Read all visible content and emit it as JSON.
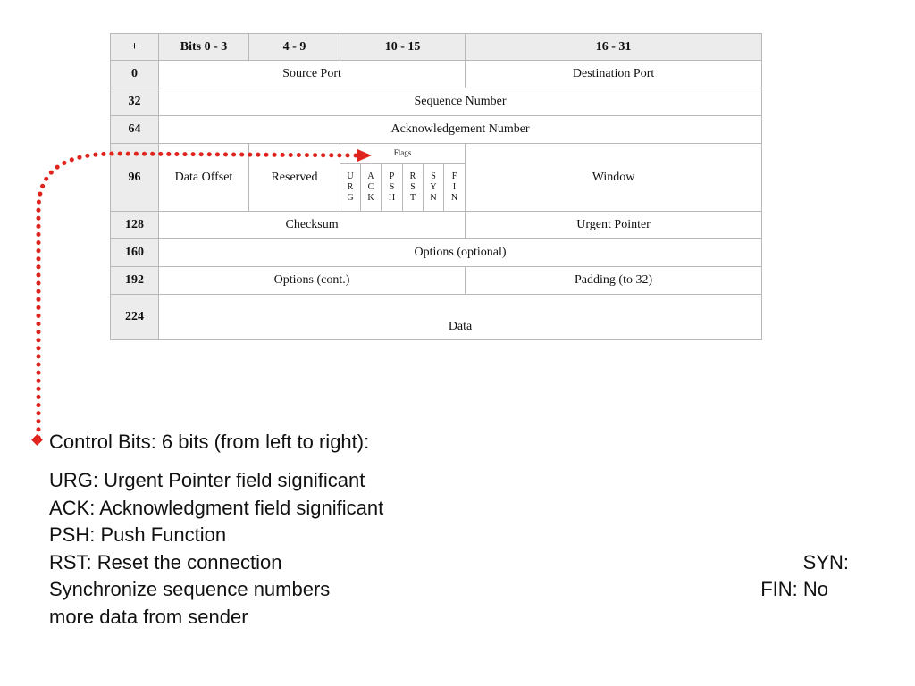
{
  "table": {
    "header": {
      "plus": "+",
      "bits_0_3": "Bits 0 - 3",
      "bits_4_9": "4 - 9",
      "bits_10_15": "10 - 15",
      "bits_16_31": "16 - 31"
    },
    "rows": {
      "r0": {
        "offset": "0",
        "source_port": "Source Port",
        "destination_port": "Destination Port"
      },
      "r32": {
        "offset": "32",
        "sequence_number": "Sequence Number"
      },
      "r64": {
        "offset": "64",
        "ack_number": "Acknowledgement Number"
      },
      "r96": {
        "offset": "96",
        "data_offset": "Data Offset",
        "reserved": "Reserved",
        "flags_title": "Flags",
        "window": "Window",
        "flags": [
          {
            "l1": "U",
            "l2": "R",
            "l3": "G"
          },
          {
            "l1": "A",
            "l2": "C",
            "l3": "K"
          },
          {
            "l1": "P",
            "l2": "S",
            "l3": "H"
          },
          {
            "l1": "R",
            "l2": "S",
            "l3": "T"
          },
          {
            "l1": "S",
            "l2": "Y",
            "l3": "N"
          },
          {
            "l1": "F",
            "l2": "I",
            "l3": "N"
          }
        ]
      },
      "r128": {
        "offset": "128",
        "checksum": "Checksum",
        "urgent_pointer": "Urgent Pointer"
      },
      "r160": {
        "offset": "160",
        "options": "Options (optional)"
      },
      "r192": {
        "offset": "192",
        "options_cont": "Options (cont.)",
        "padding": "Padding (to 32)"
      },
      "r224": {
        "offset": "224",
        "data": "Data"
      }
    }
  },
  "text": {
    "heading": "Control Bits: 6 bits (from left to right):",
    "urg": "URG: Urgent Pointer field significant",
    "ack": "ACK: Acknowledgment field significant",
    "psh": "PSH: Push Function",
    "rst": "RST: Reset the connection",
    "syn_label": "SYN:",
    "syn_desc": "Synchronize sequence numbers",
    "fin_label": "FIN: No",
    "fin_desc": "more data from sender"
  },
  "colors": {
    "arrow": "#e0231c",
    "header_bg": "#ececec",
    "border": "#b8b8b8"
  }
}
